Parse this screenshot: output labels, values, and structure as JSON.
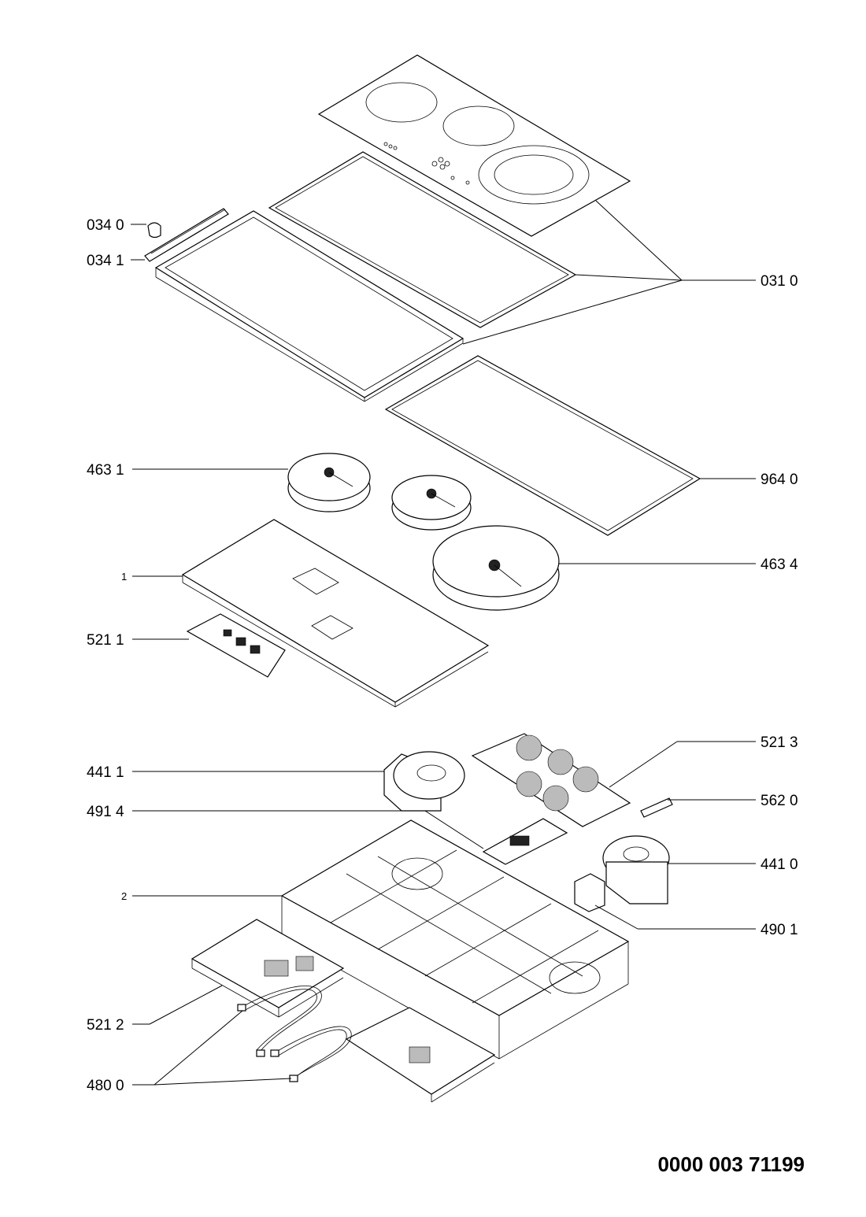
{
  "labels": {
    "l_034_0": "034 0",
    "l_034_1": "034 1",
    "l_031_0": "031 0",
    "l_463_1": "463 1",
    "l_964_0": "964 0",
    "l_463_4": "463 4",
    "l_1": "1",
    "l_521_1": "521 1",
    "l_521_3": "521 3",
    "l_441_1": "441 1",
    "l_562_0": "562 0",
    "l_491_4": "491 4",
    "l_441_0": "441 0",
    "l_2": "2",
    "l_490_1": "490 1",
    "l_521_2": "521 2",
    "l_480_0": "480 0"
  },
  "document_number": "0000 003 71199"
}
